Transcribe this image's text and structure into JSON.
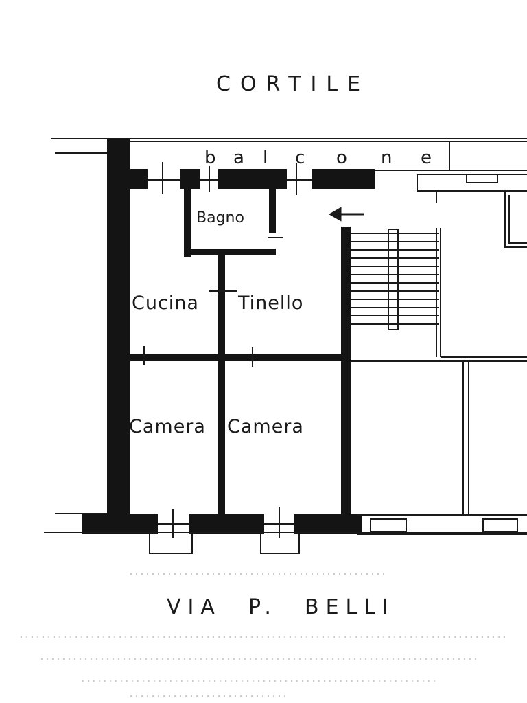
{
  "labels": {
    "courtyard": "CORTILE",
    "balcony": [
      "b",
      "a",
      "l",
      "c",
      "o",
      "n",
      "e"
    ],
    "street": "VIA  P.  BELLI",
    "rooms": {
      "bathroom": "Bagno",
      "kitchen": "Cucina",
      "dining": "Tinello",
      "bedroom_left": "Camera",
      "bedroom_right": "Camera"
    }
  },
  "colors": {
    "background": "#ffffff",
    "wall": "#141414",
    "line": "#1a1a1a",
    "speckle": "#9a9a9a"
  }
}
